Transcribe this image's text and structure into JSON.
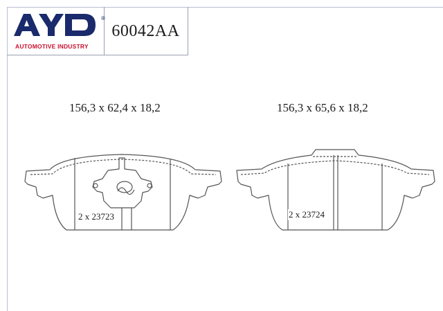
{
  "header": {
    "brand_name": "AYD",
    "brand_tagline": "AUTOMOTIVE INDUSTRY",
    "registered_mark": "®",
    "part_number": "60042AA"
  },
  "pads": [
    {
      "dimensions": "156,3 x 62,4 x 18,2",
      "reference": "2 x 23723"
    },
    {
      "dimensions": "156,3 x 65,6 x 18,2",
      "reference": "2 x 23724"
    }
  ],
  "colors": {
    "brand_blue": "#1a2a6c",
    "brand_red": "#c8102e",
    "line": "#555555"
  }
}
